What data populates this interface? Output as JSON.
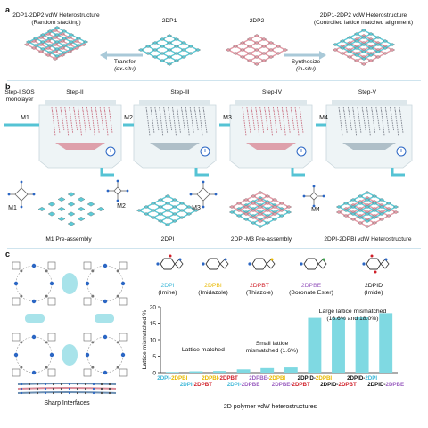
{
  "panel_a": {
    "label": "a",
    "left_title": [
      "2DP1-2DP2 vdW Heterostructure",
      "(Random stacking)"
    ],
    "mid1_title": "2DP1",
    "mid2_title": "2DP2",
    "right_title": [
      "2DP1-2DP2 vdW Heterostructure",
      "(Controlled lattice matched alignment)"
    ],
    "transfer": [
      "Transfer",
      "(ex-situ)"
    ],
    "synthesize": [
      "Synthesize",
      "(in-situ)"
    ]
  },
  "panel_b": {
    "label": "b",
    "step1": [
      "Step-I,SOS",
      "monolayer"
    ],
    "steps": [
      "Step-II",
      "Step-III",
      "Step-IV",
      "Step-V"
    ],
    "monomers_top": [
      "M1",
      "M2",
      "M3",
      "M4"
    ],
    "monomers_bottom": [
      "M1",
      "M2",
      "M3",
      "M4"
    ],
    "captions": [
      "M1 Pre-assembly",
      "2DPI",
      "2DPI-M3 Pre-assembly",
      "2DPI-2DPBI vdW Heterostructure"
    ]
  },
  "panel_c": {
    "label": "c",
    "sharp": "Sharp Interfaces",
    "polymers": [
      {
        "name": "2DPI",
        "sub": "(Imine)",
        "color": "#3fb8d8"
      },
      {
        "name": "2DPBI",
        "sub": "(Imidazole)",
        "color": "#e8b800"
      },
      {
        "name": "2DPBT",
        "sub": "(Thiazole)",
        "color": "#d0202a"
      },
      {
        "name": "2DPBE",
        "sub": "(Boronate Ester)",
        "color": "#9b5fc0"
      },
      {
        "name": "2DPID",
        "sub": "(Imide)",
        "color": "#111111"
      }
    ]
  },
  "chart_data": {
    "type": "bar",
    "ylabel": "Lattice mismatched %",
    "xlabel": "2D polymer vdW heterostructures",
    "ylim": [
      0,
      20
    ],
    "yticks": [
      0,
      5,
      10,
      15,
      20
    ],
    "categories": [
      [
        "2DPI-",
        "2DPBI"
      ],
      [
        "2DPI-",
        "2DPBT"
      ],
      [
        "2DPBI-",
        "2DPBT"
      ],
      [
        "2DPI-",
        "2DPBE"
      ],
      [
        "2DPBE-",
        "2DPBI"
      ],
      [
        "2DPBE-",
        "2DPBT"
      ],
      [
        "2DPID-",
        "2DPBI"
      ],
      [
        "2DPID-",
        "2DPBT"
      ],
      [
        "2DPID-",
        "2DPI"
      ],
      [
        "2DPID-",
        "2DPBE"
      ]
    ],
    "category_colors": [
      [
        "#3fb8d8",
        "#e8b800"
      ],
      [
        "#3fb8d8",
        "#d0202a"
      ],
      [
        "#e8b800",
        "#d0202a"
      ],
      [
        "#3fb8d8",
        "#9b5fc0"
      ],
      [
        "#9b5fc0",
        "#e8b800"
      ],
      [
        "#9b5fc0",
        "#d0202a"
      ],
      [
        "#111111",
        "#e8b800"
      ],
      [
        "#111111",
        "#d0202a"
      ],
      [
        "#111111",
        "#3fb8d8"
      ],
      [
        "#111111",
        "#9b5fc0"
      ]
    ],
    "values": [
      0.2,
      0.4,
      0.5,
      1.0,
      1.4,
      1.6,
      16.6,
      16.6,
      16.9,
      18.0
    ],
    "bar_color": "#7fd9e2",
    "annotations": [
      "Lattice matched",
      "Small lattice\nmismatched (1.6%)",
      "Large lattice mismatched\n(16.6% and 18.0%)"
    ]
  },
  "colors": {
    "cyan": "#5ccad6",
    "pink": "#e59aa6",
    "blue": "#2b66c4",
    "teal_bg": "#bfe6ee"
  }
}
